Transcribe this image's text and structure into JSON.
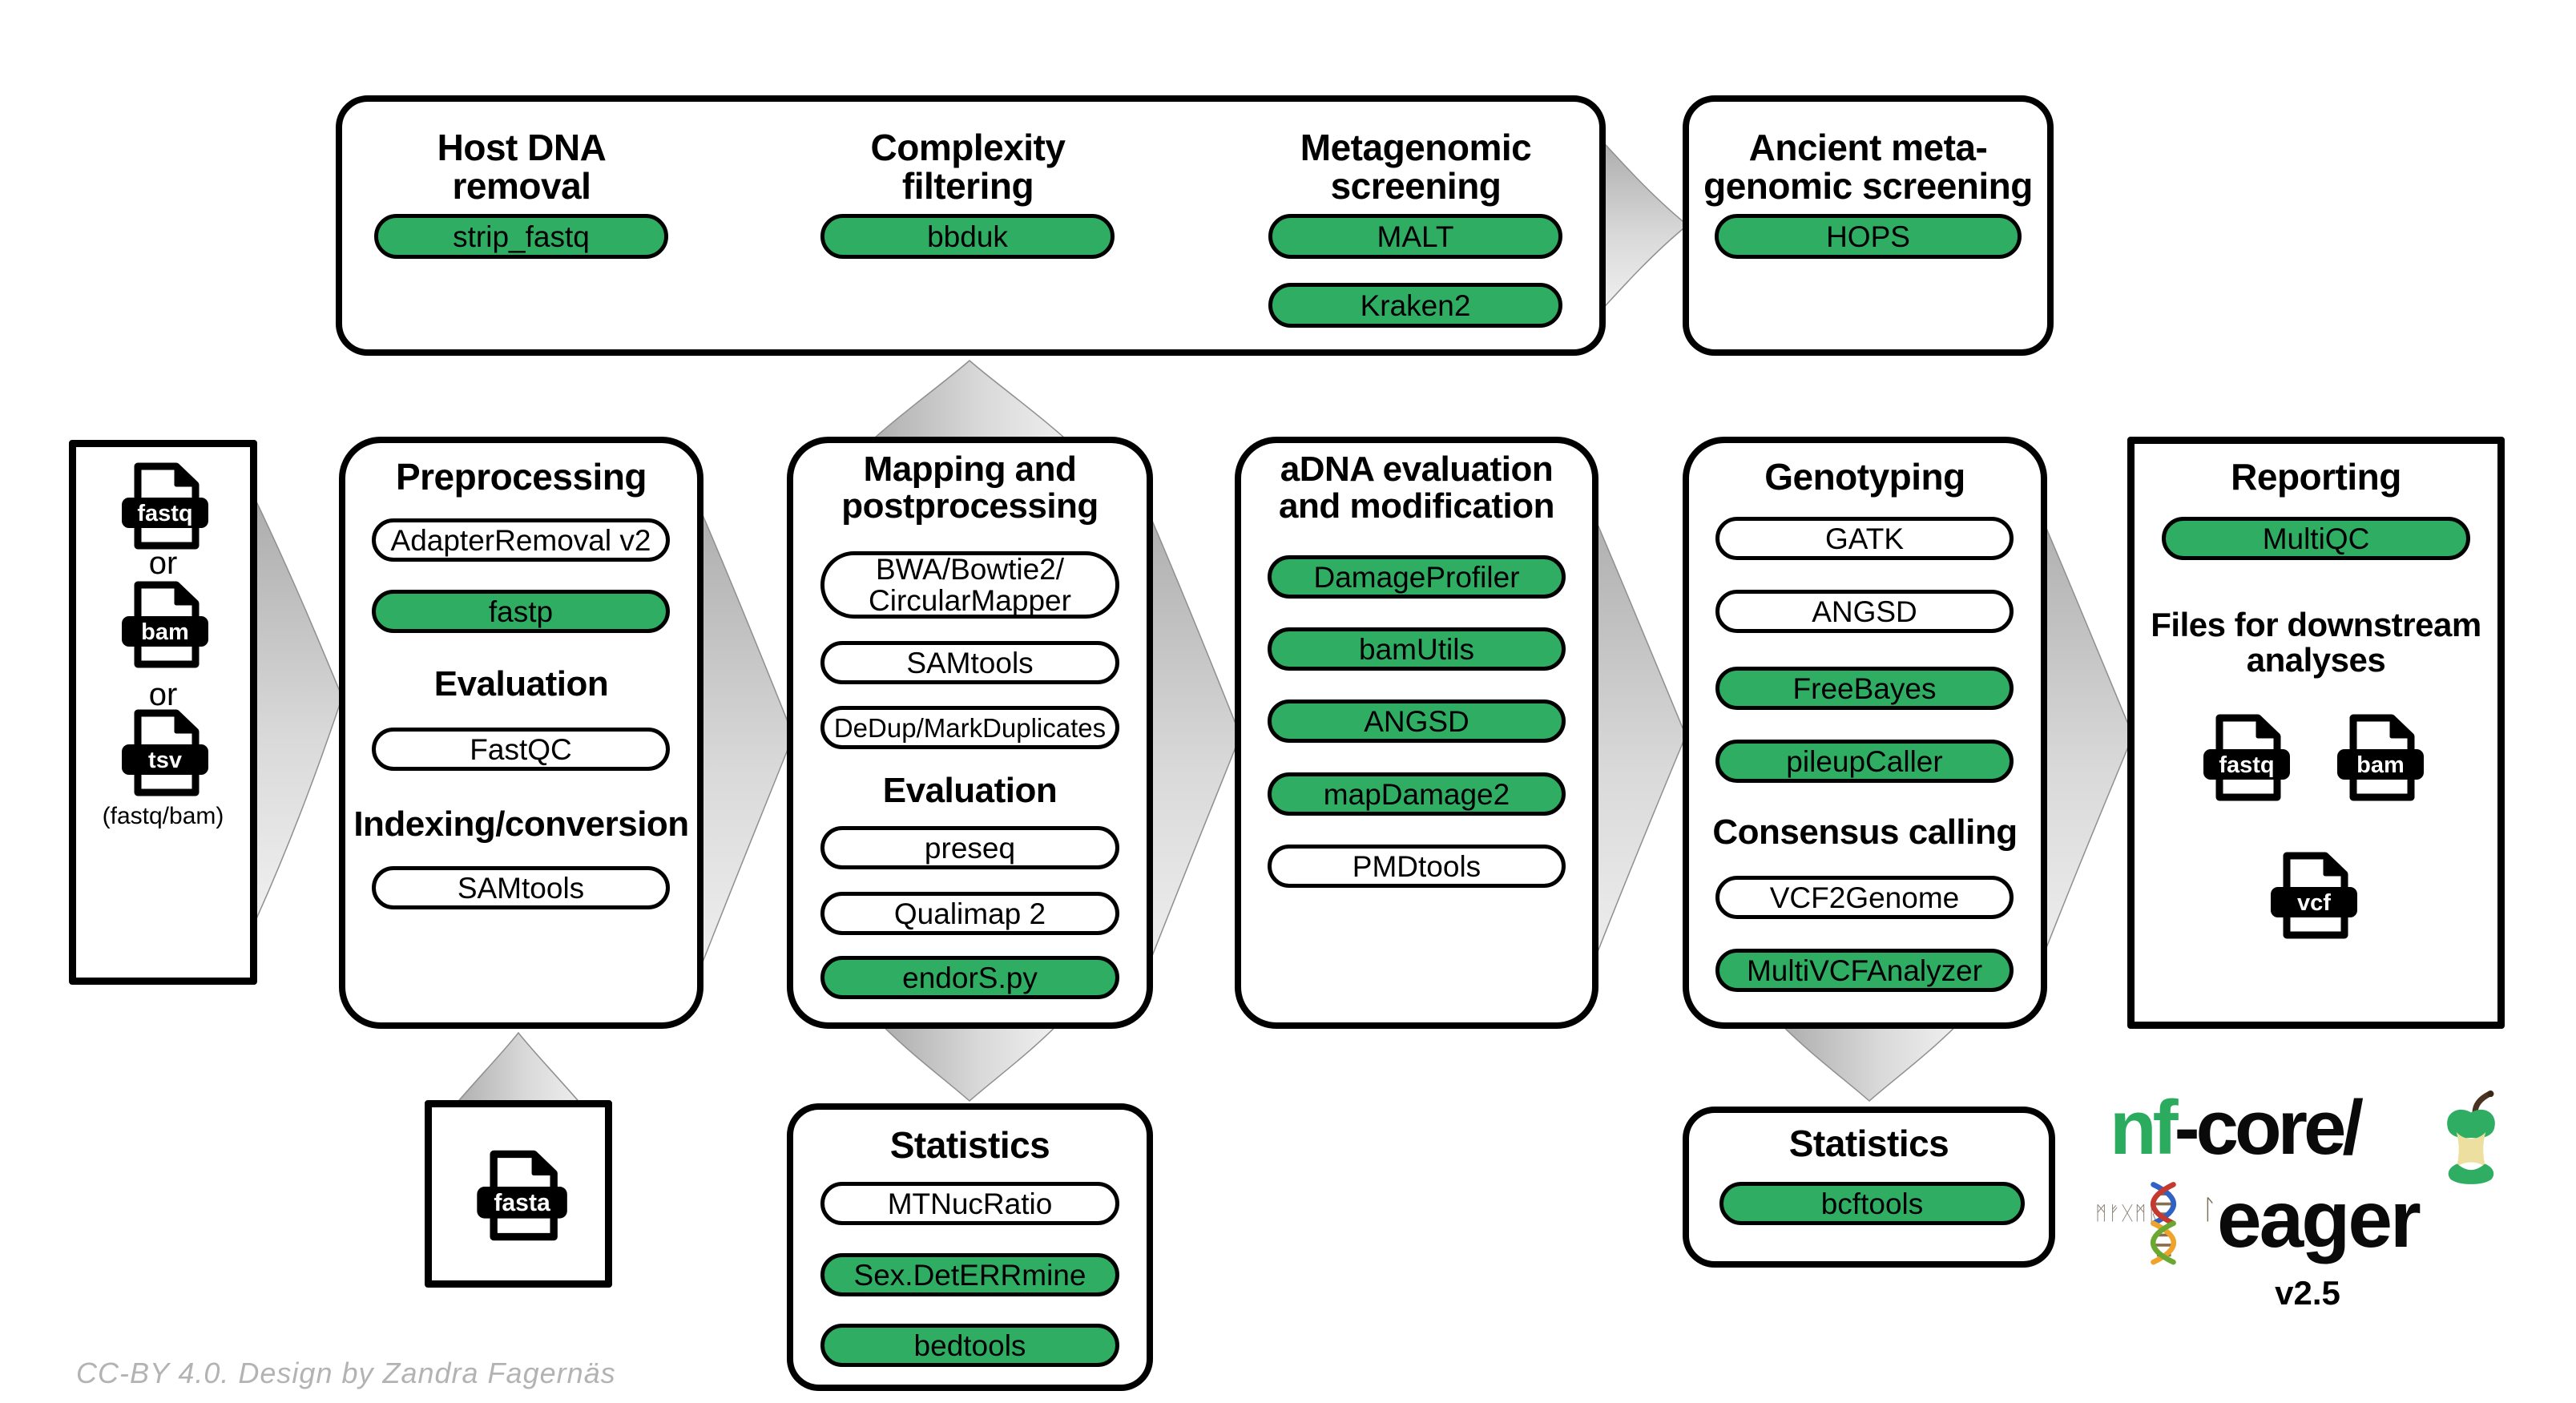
{
  "colors": {
    "green": "#2fad63",
    "arrow_gray": "#bdbdbd",
    "credit_gray": "#b3b3b3"
  },
  "top_box": {
    "columns": {
      "host": {
        "title": "Host DNA\nremoval",
        "pill": {
          "label": "strip_fastq",
          "filled": true
        }
      },
      "complexity": {
        "title": "Complexity\nfiltering",
        "pill": {
          "label": "bbduk",
          "filled": true
        }
      },
      "metagenomic": {
        "title": "Metagenomic\nscreening",
        "pill1": {
          "label": "MALT",
          "filled": true
        },
        "pill2": {
          "label": "Kraken2",
          "filled": true
        }
      }
    }
  },
  "ancient": {
    "title": "Ancient meta-\ngenomic screening",
    "pill": {
      "label": "HOPS",
      "filled": true
    }
  },
  "input": {
    "file1": "fastq",
    "or1": "or",
    "file2": "bam",
    "or2": "or",
    "file3": "tsv",
    "note": "(fastq/bam)"
  },
  "preprocessing": {
    "title": "Preprocessing",
    "headings": {
      "eval": "Evaluation",
      "index": "Indexing/conversion"
    },
    "pills": {
      "adapter": {
        "label": "AdapterRemoval v2",
        "filled": false
      },
      "fastp": {
        "label": "fastp",
        "filled": true
      },
      "fastqc": {
        "label": "FastQC",
        "filled": false
      },
      "samtools": {
        "label": "SAMtools",
        "filled": false
      }
    }
  },
  "mapping": {
    "title": "Mapping and\npostprocessing",
    "headings": {
      "eval": "Evaluation"
    },
    "pills": {
      "aligners": {
        "label": "BWA/Bowtie2/\nCircularMapper",
        "filled": false
      },
      "samtools": {
        "label": "SAMtools",
        "filled": false
      },
      "dedup": {
        "label": "DeDup/MarkDuplicates",
        "filled": false
      },
      "preseq": {
        "label": "preseq",
        "filled": false
      },
      "qualimap": {
        "label": "Qualimap 2",
        "filled": false
      },
      "endors": {
        "label": "endorS.py",
        "filled": true
      }
    }
  },
  "adna": {
    "title": "aDNA evaluation\nand modification",
    "pills": {
      "damageprofiler": {
        "label": "DamageProfiler",
        "filled": true
      },
      "bamutils": {
        "label": "bamUtils",
        "filled": true
      },
      "angsd": {
        "label": "ANGSD",
        "filled": true
      },
      "mapdamage": {
        "label": "mapDamage2",
        "filled": true
      },
      "pmdtools": {
        "label": "PMDtools",
        "filled": false
      }
    }
  },
  "genotyping": {
    "title": "Genotyping",
    "headings": {
      "consensus": "Consensus calling"
    },
    "pills": {
      "gatk": {
        "label": "GATK",
        "filled": false
      },
      "angsd": {
        "label": "ANGSD",
        "filled": false
      },
      "freebayes": {
        "label": "FreeBayes",
        "filled": true
      },
      "pileupcaller": {
        "label": "pileupCaller",
        "filled": true
      },
      "vcf2genome": {
        "label": "VCF2Genome",
        "filled": false
      },
      "multivcf": {
        "label": "MultiVCFAnalyzer",
        "filled": true
      }
    }
  },
  "reporting": {
    "title": "Reporting",
    "headings": {
      "files": "Files for downstream\nanalyses"
    },
    "pills": {
      "multiqc": {
        "label": "MultiQC",
        "filled": true
      }
    },
    "file1": "fastq",
    "file2": "bam",
    "file3": "vcf"
  },
  "fasta": {
    "file": "fasta"
  },
  "stats_mapping": {
    "title": "Statistics",
    "pills": {
      "mtnucratio": {
        "label": "MTNucRatio",
        "filled": false
      },
      "sexdeterrmine": {
        "label": "Sex.DetERRmine",
        "filled": true
      },
      "bedtools": {
        "label": "bedtools",
        "filled": true
      }
    }
  },
  "stats_genotyping": {
    "title": "Statistics",
    "pills": {
      "bcftools": {
        "label": "bcftools",
        "filled": true
      }
    }
  },
  "logo": {
    "nf": "nf",
    "core": "-core/",
    "name": "eager",
    "version": "v2.5",
    "runes": "ᛗᚠᚷᛗᚱ",
    "rune_l": "ᛚ"
  },
  "credit": "CC-BY 4.0. Design by Zandra Fagernäs"
}
